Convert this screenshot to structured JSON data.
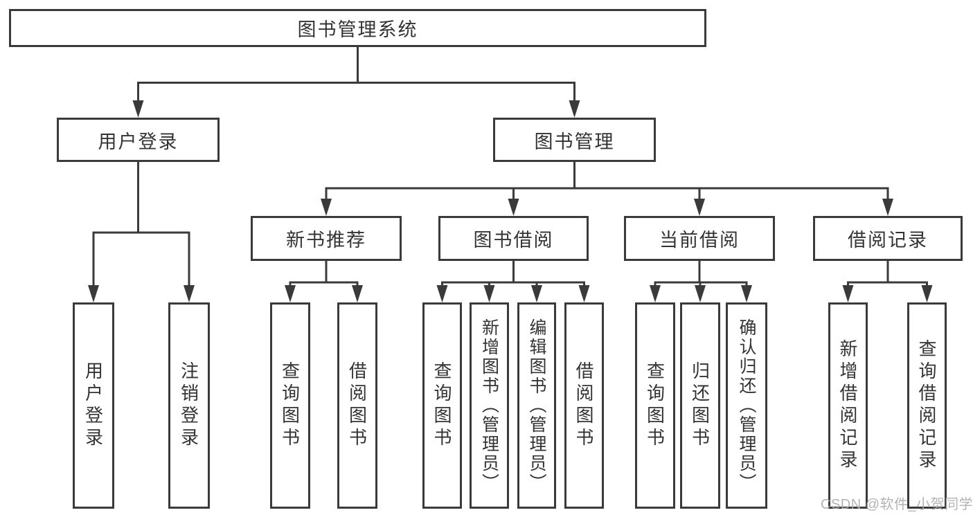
{
  "diagram": {
    "tree": {
      "label": "图书管理系统",
      "children": [
        {
          "label": "用户登录",
          "children": [
            {
              "label": "用户登录"
            },
            {
              "label": "注销登录"
            }
          ]
        },
        {
          "label": "图书管理",
          "children": [
            {
              "label": "新书推荐",
              "children": [
                {
                  "label": "查询图书"
                },
                {
                  "label": "借阅图书"
                }
              ]
            },
            {
              "label": "图书借阅",
              "children": [
                {
                  "label": "查询图书"
                },
                {
                  "label": "新增图书（管理员）"
                },
                {
                  "label": "编辑图书（管理员）"
                },
                {
                  "label": "借阅图书"
                }
              ]
            },
            {
              "label": "当前借阅",
              "children": [
                {
                  "label": "查询图书"
                },
                {
                  "label": "归还图书"
                },
                {
                  "label": "确认归还（管理员）"
                }
              ]
            },
            {
              "label": "借阅记录",
              "children": [
                {
                  "label": "新增借阅记录"
                },
                {
                  "label": "查询借阅记录"
                }
              ]
            }
          ]
        }
      ]
    },
    "watermark": "CSDN @软件_小贺同学",
    "colors": {
      "line": "#3a3a3a",
      "text": "#333333",
      "box_background": "#ffffff",
      "watermark": "#ababab"
    }
  }
}
